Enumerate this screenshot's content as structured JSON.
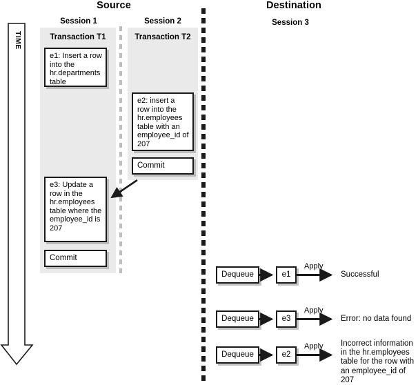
{
  "diagram": {
    "source_heading": "Source",
    "destination_heading": "Destination",
    "time_label": "TIME"
  },
  "source": {
    "sessions": [
      {
        "session_label": "Session 1",
        "transaction_label": "Transaction T1",
        "events": [
          {
            "id": "e1",
            "text": "e1: Insert a row into the hr.departments table"
          },
          {
            "id": "e3",
            "text": "e3: Update a row in the hr.employees table where the employee_id is 207"
          }
        ],
        "commit_label": "Commit"
      },
      {
        "session_label": "Session 2",
        "transaction_label": "Transaction T2",
        "events": [
          {
            "id": "e2",
            "text": "e2: insert a row into the hr.employees table with an employee_id of 207"
          }
        ],
        "commit_label": "Commit"
      }
    ]
  },
  "destination": {
    "session_label": "Session 3",
    "rows": [
      {
        "dequeue_label": "Dequeue",
        "event_label": "e1",
        "apply_label": "Apply",
        "outcome": "Successful"
      },
      {
        "dequeue_label": "Dequeue",
        "event_label": "e3",
        "apply_label": "Apply",
        "outcome": "Error: no data found"
      },
      {
        "dequeue_label": "Dequeue",
        "event_label": "e2",
        "apply_label": "Apply",
        "outcome": "Incorrect information in the hr.employees table for the row with an employee_id of 207"
      }
    ]
  },
  "colors": {
    "panel_bg": "#eaeaea",
    "box_border": "#1a1a1a",
    "divider_light": "#bdbdbd",
    "divider_heavy": "#1a1a1a",
    "background": "#ffffff"
  }
}
